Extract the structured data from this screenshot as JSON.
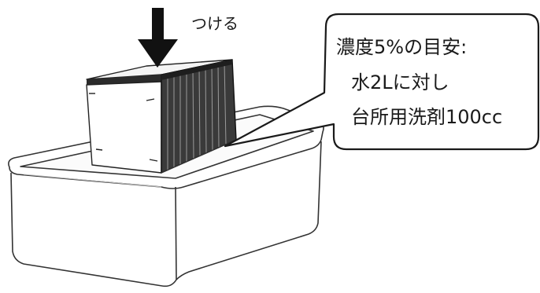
{
  "arrow_label": "つける",
  "callout": {
    "line1": "濃度5%の目安:",
    "line2": "水2Lに対し",
    "line3": "台所用洗剤100cc"
  }
}
